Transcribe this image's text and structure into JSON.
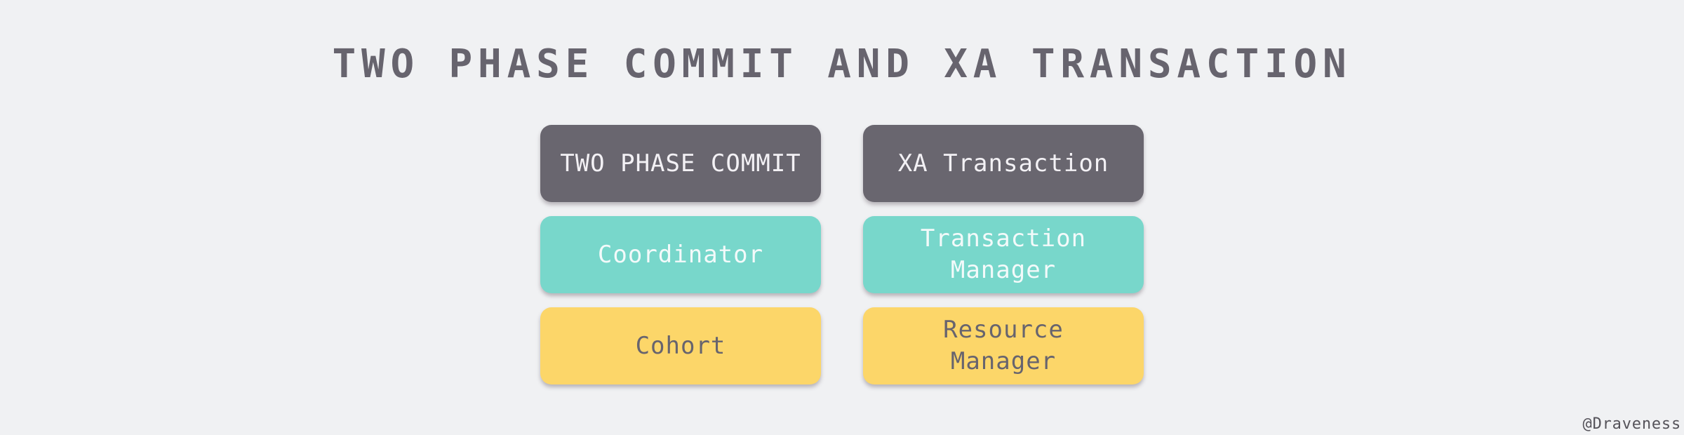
{
  "title": "TWO PHASE COMMIT AND XA TRANSACTION",
  "colors": {
    "background": "#f0f1f3",
    "header": "#69666f",
    "middle": "#78d7cb",
    "bottom": "#fcd669",
    "text_dark": "#67646e",
    "text_light": "#f3f1f5"
  },
  "columns": [
    {
      "header": "TWO PHASE COMMIT",
      "roles": [
        "Coordinator",
        "Cohort"
      ]
    },
    {
      "header": "XA Transaction",
      "roles": [
        "Transaction\nManager",
        "Resource\nManager"
      ]
    }
  ],
  "watermark": "@Draveness"
}
